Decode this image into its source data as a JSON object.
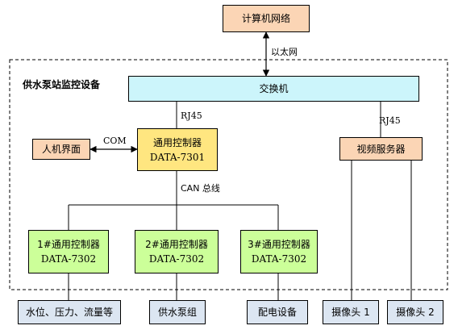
{
  "network_box": "计算机网络",
  "ethernet_label": "以太网",
  "region_title": "供水泵站监控设备",
  "switch_box": "交换机",
  "rj45_left": "RJ45",
  "rj45_right": "RJ45",
  "com_label": "COM",
  "hmi_box": "人机界面",
  "main_controller": {
    "line1": "通用控制器",
    "line2": "DATA-7301"
  },
  "can_label": "CAN 总线",
  "video_server": "视频服务器",
  "sub_controllers": [
    {
      "line1": "1#通用控制器",
      "line2": "DATA-7302"
    },
    {
      "line1": "2#通用控制器",
      "line2": "DATA-7302"
    },
    {
      "line1": "3#通用控制器",
      "line2": "DATA-7302"
    }
  ],
  "field_devices": [
    "水位、压力、流量等",
    "供水泵组",
    "配电设备",
    "摄像头 1",
    "摄像头 2"
  ]
}
